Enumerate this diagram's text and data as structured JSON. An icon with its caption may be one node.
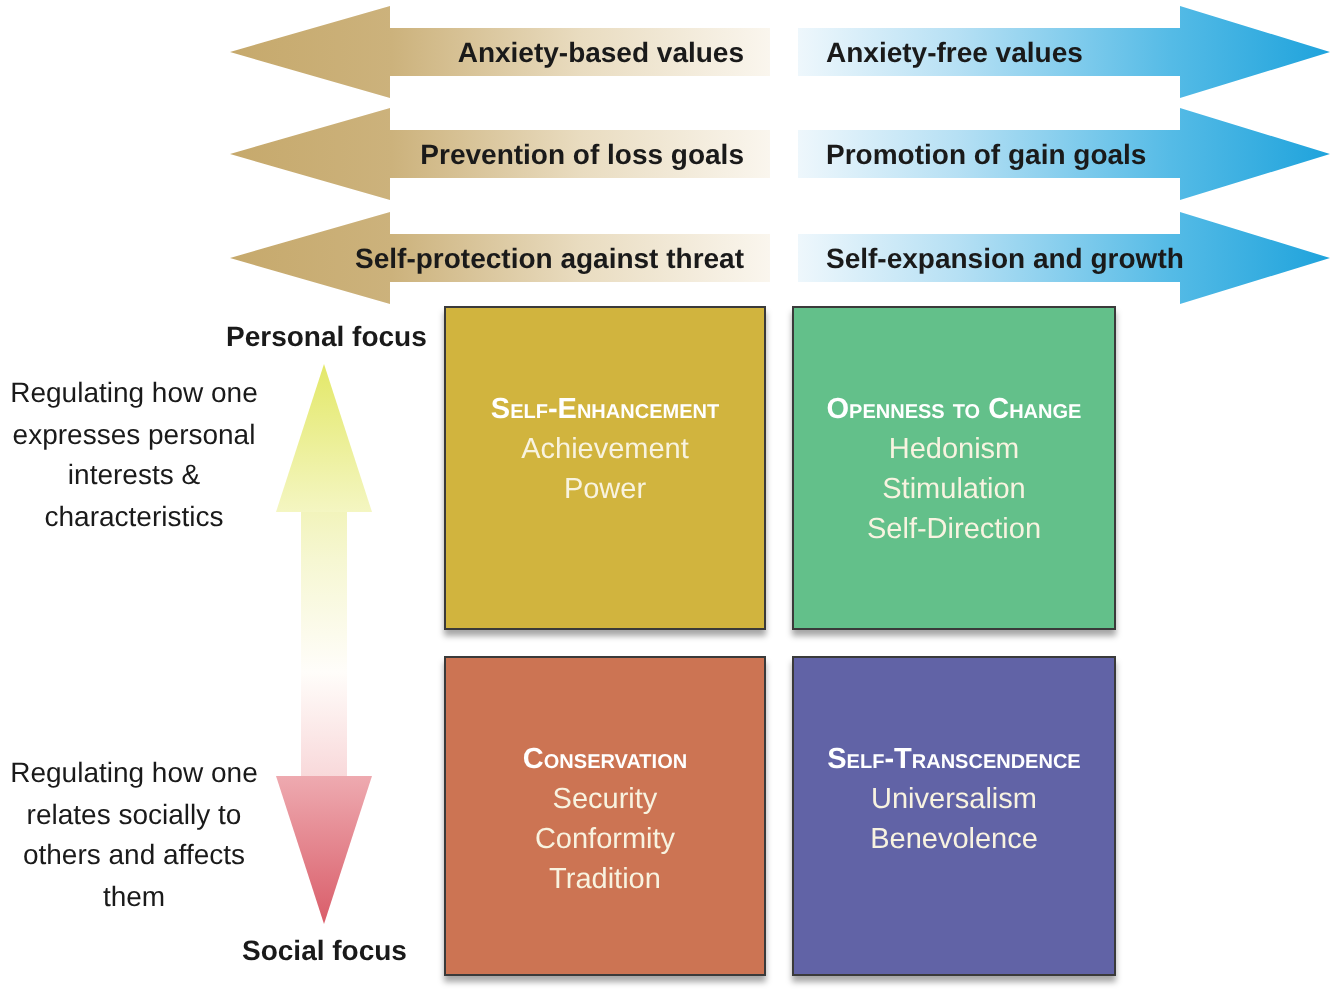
{
  "diagram": {
    "nodes": [
      {
        "text": [
          "Anxiety-based values"
        ]
      },
      {
        "text": [
          "Anxiety-free values"
        ]
      },
      {
        "text": [
          "Prevention of loss goals"
        ]
      },
      {
        "text": [
          "Promotion of gain goals"
        ]
      },
      {
        "text": [
          "Self-protection against threat"
        ]
      },
      {
        "text": [
          "Self-expansion and growth"
        ]
      },
      {
        "text": [
          "Personal focus"
        ]
      },
      {
        "text": [
          "Self-Enhancement",
          "Achievement",
          "Power"
        ]
      },
      {
        "text": [
          "Openness to Change",
          "Hedonism",
          "Stimulation",
          "Self-Direction"
        ]
      },
      {
        "text": [
          "Conservation",
          "Security",
          "Conformity",
          "Tradition"
        ]
      },
      {
        "text": [
          "Self-Transcendence",
          "Universalism",
          "Benevolence"
        ]
      },
      {
        "text": [
          "Social focus"
        ]
      }
    ],
    "edges": [
      {
        "from": 6,
        "to": 11,
        "arrow": "both"
      }
    ],
    "labels": [
      "Regulating how one expresses personal interests & characteristics",
      "Regulating how one relates socially to others and affects them"
    ]
  }
}
